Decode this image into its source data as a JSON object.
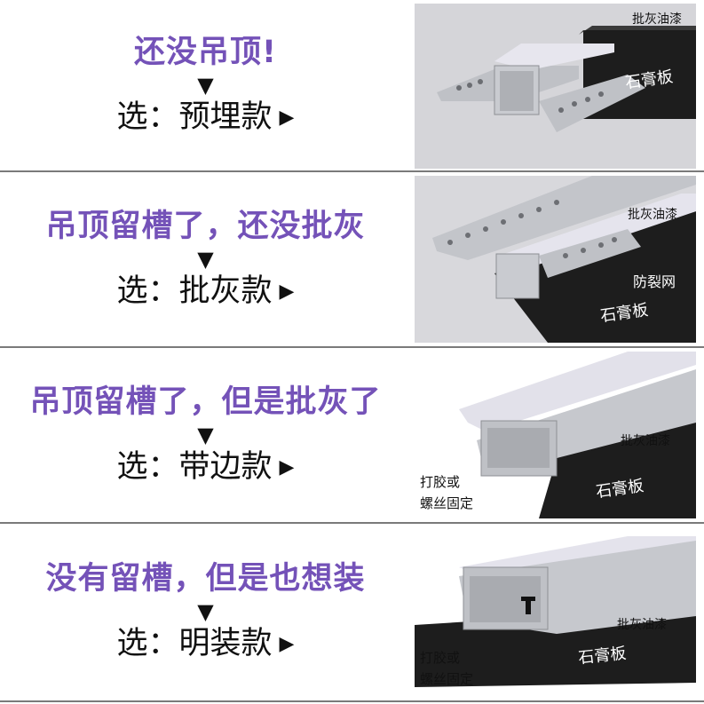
{
  "panels": [
    {
      "headline": "还没吊顶!",
      "arrow": "▼",
      "choice_prefix": "选：",
      "choice_name": "预埋款",
      "choice_marker": "▶",
      "image_labels": {
        "paint": "批灰油漆",
        "board": "石膏板"
      }
    },
    {
      "headline": "吊顶留槽了，还没批灰",
      "arrow": "▼",
      "choice_prefix": "选：",
      "choice_name": "批灰款",
      "choice_marker": "▶",
      "image_labels": {
        "paint": "批灰油漆",
        "mesh": "防裂网",
        "board": "石膏板"
      }
    },
    {
      "headline": "吊顶留槽了，但是批灰了",
      "arrow": "▼",
      "choice_prefix": "选：",
      "choice_name": "带边款",
      "choice_marker": "▶",
      "image_labels": {
        "paint": "批灰油漆",
        "board": "石膏板",
        "fix1": "打胶或",
        "fix2": "螺丝固定"
      }
    },
    {
      "headline": "没有留槽，但是也想装",
      "arrow": "▼",
      "choice_prefix": "选：",
      "choice_name": "明装款",
      "choice_marker": "▶",
      "image_labels": {
        "paint": "批灰油漆",
        "board": "石膏板",
        "fix1": "打胶或",
        "fix2": "螺丝固定"
      }
    }
  ],
  "colors": {
    "headline": "#7452b8",
    "board": "#1d1d1d",
    "diffuser": "#e4e2ec",
    "aluminum": "#c9cbd0"
  }
}
